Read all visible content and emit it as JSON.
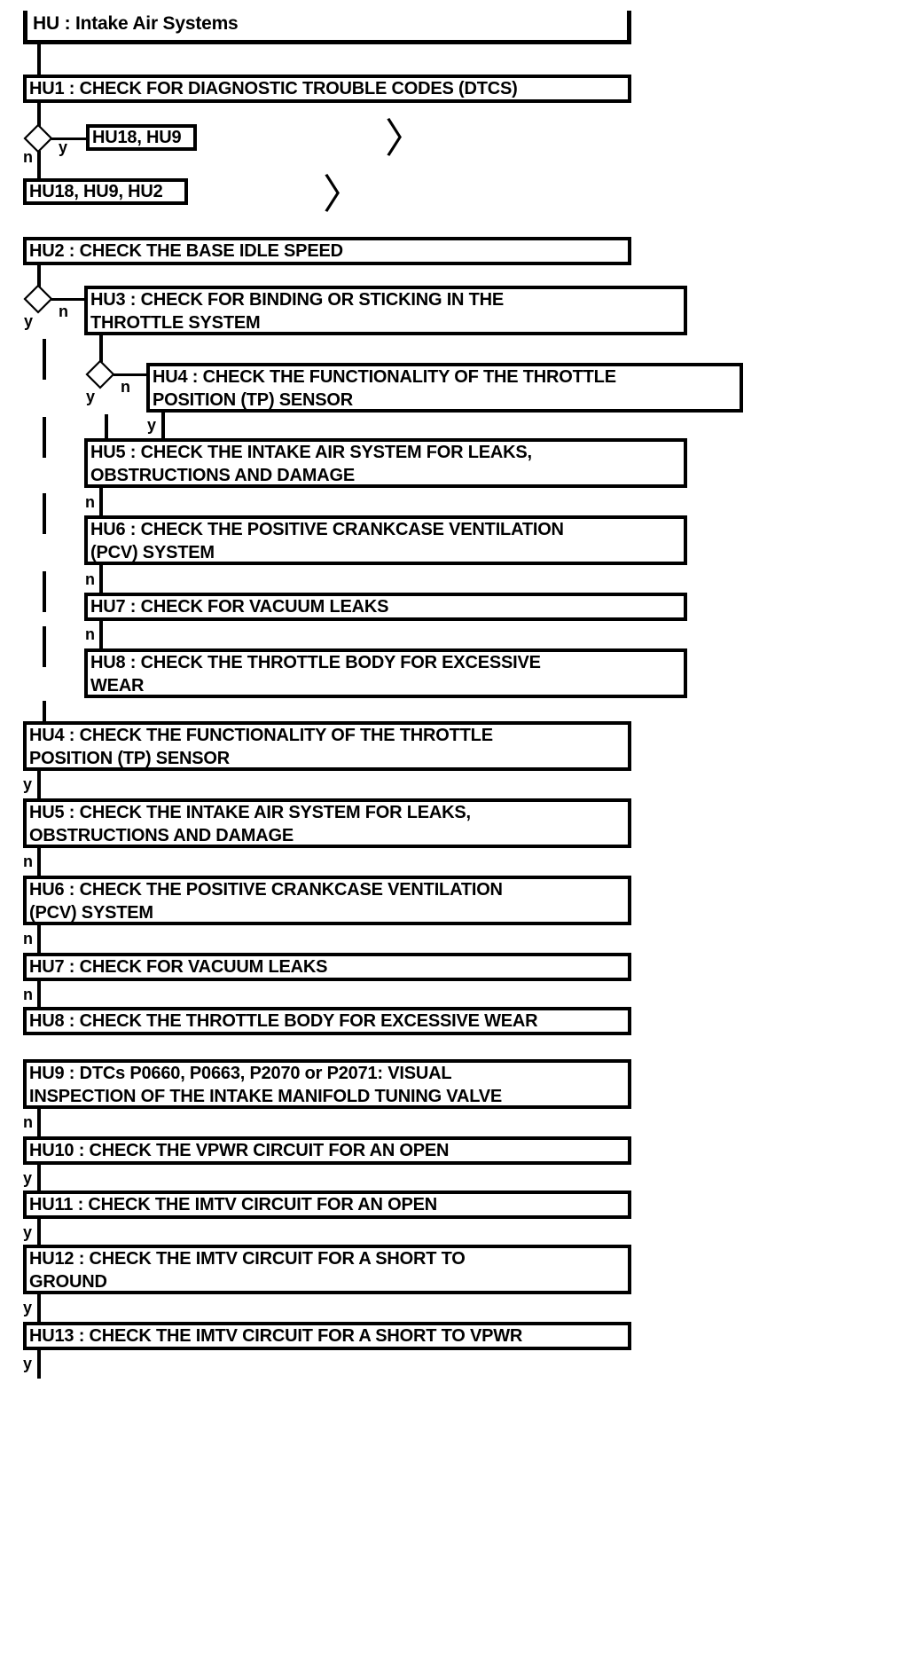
{
  "diagram": {
    "title": "HU : Intake Air Systems",
    "title_bracket_label": "HU : Intake Air Systems"
  },
  "steps": [
    {
      "id": "hu1",
      "label": "HU1 : CHECK FOR DIAGNOSTIC TROUBLE CODES (DTCS)"
    },
    {
      "id": "hu2",
      "label": "HU2 : CHECK THE BASE IDLE SPEED"
    },
    {
      "id": "hu3",
      "label": "HU3 : CHECK FOR BINDING OR STICKING IN THE\nTHROTTLE SYSTEM"
    },
    {
      "id": "hu4a",
      "label": "HU4 : CHECK THE FUNCTIONALITY OF THE THROTTLE\nPOSITION (TP) SENSOR"
    },
    {
      "id": "hu5a",
      "label": "HU5 : CHECK THE INTAKE AIR SYSTEM FOR LEAKS,\nOBSTRUCTIONS AND DAMAGE"
    },
    {
      "id": "hu6a",
      "label": "HU6 : CHECK THE POSITIVE CRANKCASE VENTILATION\n(PCV) SYSTEM"
    },
    {
      "id": "hu7a",
      "label": "HU7 : CHECK FOR VACUUM LEAKS"
    },
    {
      "id": "hu8a",
      "label": "HU8 : CHECK THE THROTTLE BODY FOR EXCESSIVE\nWEAR"
    },
    {
      "id": "hu4b",
      "label": "HU4 : CHECK THE FUNCTIONALITY OF THE THROTTLE\nPOSITION (TP) SENSOR"
    },
    {
      "id": "hu5b",
      "label": "HU5 : CHECK THE INTAKE AIR SYSTEM FOR LEAKS,\nOBSTRUCTIONS AND DAMAGE"
    },
    {
      "id": "hu6b",
      "label": "HU6 : CHECK THE POSITIVE CRANKCASE VENTILATION\n(PCV) SYSTEM"
    },
    {
      "id": "hu7b",
      "label": "HU7 : CHECK FOR VACUUM LEAKS"
    },
    {
      "id": "hu8b",
      "label": "HU8 : CHECK THE THROTTLE BODY FOR EXCESSIVE WEAR"
    },
    {
      "id": "hu9",
      "label": "HU9 : DTCs P0660, P0663, P2070 or P2071: VISUAL\nINSPECTION OF THE INTAKE MANIFOLD TUNING VALVE"
    },
    {
      "id": "hu10",
      "label": "HU10 : CHECK THE VPWR CIRCUIT FOR AN OPEN"
    },
    {
      "id": "hu11",
      "label": "HU11 : CHECK THE IMTV CIRCUIT FOR AN OPEN"
    },
    {
      "id": "hu12",
      "label": "HU12 : CHECK THE IMTV CIRCUIT FOR A SHORT TO\nGROUND"
    },
    {
      "id": "hu13",
      "label": "HU13 : CHECK THE IMTV CIRCUIT FOR A SHORT TO VPWR"
    }
  ],
  "tags": [
    {
      "id": "tag1",
      "label": "HU18, HU9"
    },
    {
      "id": "tag2",
      "label": "HU18, HU9, HU2"
    }
  ],
  "branch_labels": [
    {
      "id": "b1-n",
      "label": "n"
    },
    {
      "id": "b1-y",
      "label": "y"
    },
    {
      "id": "b2-y",
      "label": "y"
    },
    {
      "id": "b2-n",
      "label": "n"
    },
    {
      "id": "b3-y",
      "label": "y"
    },
    {
      "id": "b3-n",
      "label": "n"
    },
    {
      "id": "hu4a-y",
      "label": "y"
    },
    {
      "id": "hu5a-n",
      "label": "n"
    },
    {
      "id": "hu6a-n",
      "label": "n"
    },
    {
      "id": "hu7a-n",
      "label": "n"
    },
    {
      "id": "hu4b-y",
      "label": "y"
    },
    {
      "id": "hu5b-n",
      "label": "n"
    },
    {
      "id": "hu6b-n",
      "label": "n"
    },
    {
      "id": "hu7b-n",
      "label": "n"
    },
    {
      "id": "hu9-n",
      "label": "n"
    },
    {
      "id": "hu10-y",
      "label": "y"
    },
    {
      "id": "hu11-y",
      "label": "y"
    },
    {
      "id": "hu12-y",
      "label": "y"
    },
    {
      "id": "hu13-y",
      "label": "y"
    }
  ],
  "page_break_marks": [
    {
      "id": "chev1",
      "glyph": "〉"
    },
    {
      "id": "chev2",
      "glyph": "〉"
    }
  ],
  "colors": {
    "stroke": "#000000",
    "fill": "#ffffff",
    "text": "#000000"
  }
}
